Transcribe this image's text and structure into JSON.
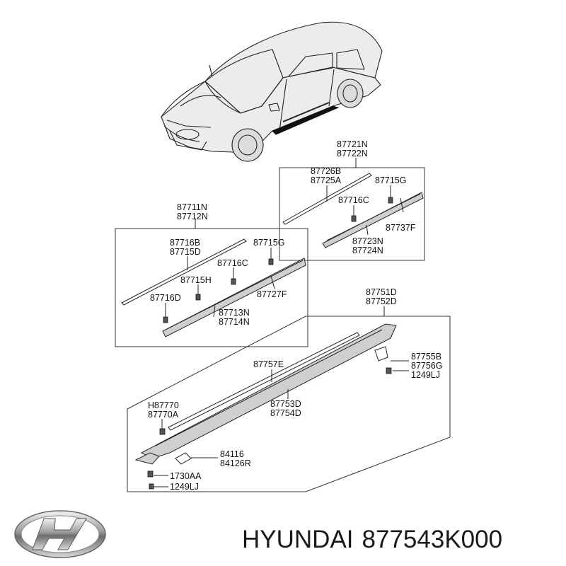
{
  "diagram": {
    "labels": {
      "l87721N": "87721N",
      "l87722N": "87722N",
      "l87726B": "87726B",
      "l87725A": "87725A",
      "l87715G_r": "87715G",
      "l87716C_r": "87716C",
      "l87737F": "87737F",
      "l87723N": "87723N",
      "l87724N": "87724N",
      "l87711N": "87711N",
      "l87712N": "87712N",
      "l87716B": "87716B",
      "l87715D": "87715D",
      "l87715G_l": "87715G",
      "l87716C_l": "87716C",
      "l87715H": "87715H",
      "l87727F": "87727F",
      "l87716D": "87716D",
      "l87713N": "87713N",
      "l87714N": "87714N",
      "l87751D": "87751D",
      "l87752D": "87752D",
      "l87757E": "87757E",
      "l87755B": "87755B",
      "l87756G": "87756G",
      "l1249LJ_r": "1249LJ",
      "lH87770": "H87770",
      "l87770A": "87770A",
      "l87753D": "87753D",
      "l87754D": "87754D",
      "l84116": "84116",
      "l84126R": "84126R",
      "l1730AA": "1730AA",
      "l1249LJ_b": "1249LJ"
    }
  },
  "brand": {
    "name": "HYUNDAI",
    "part_number": "877543K000",
    "logo_icon": "hyundai-logo-icon"
  }
}
